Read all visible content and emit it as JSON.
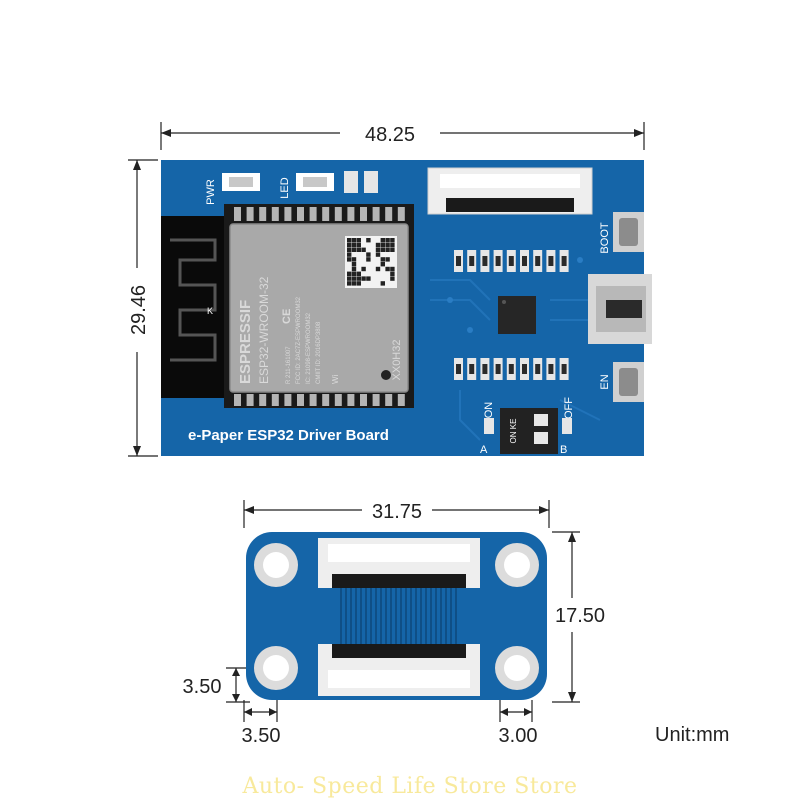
{
  "dimensions": {
    "main_width": "48.25",
    "main_height": "29.46",
    "adapter_width": "31.75",
    "adapter_height": "17.50",
    "hole_offset_vertical": "3.50",
    "hole_offset_horizontal": "3.50",
    "hole_offset_right": "3.00"
  },
  "unit_label": "Unit:mm",
  "main_board": {
    "title": "e-Paper ESP32 Driver Board",
    "pwr_label": "PWR",
    "led_label": "LED",
    "boot_label": "BOOT",
    "en_label": "EN",
    "switch_on_label": "ON",
    "switch_off_label": "OFF",
    "switch_a_label": "A",
    "switch_b_label": "B",
    "switch_body_text": "ON KE",
    "module_brand": "ESPRESSIF",
    "module_model": "ESP32-WROOM-32",
    "module_marking": "XX0H32",
    "module_fcc": "FCC ID: 2AC7Z-ESPWROOM32",
    "module_ic": "IC: 21098-ESPWROOM32",
    "module_cmiit": "CMIIT ID: 2016DP3808",
    "module_r": "R 211-161007",
    "module_ce": "CE",
    "module_wifi": "Wi",
    "antenna_k": "K"
  },
  "watermark": "Auto- Speed Life Store Store",
  "colors": {
    "pcb_blue": "#1565a8",
    "module_shield": "#a9a9a9",
    "connector_white": "#eeeeee"
  }
}
